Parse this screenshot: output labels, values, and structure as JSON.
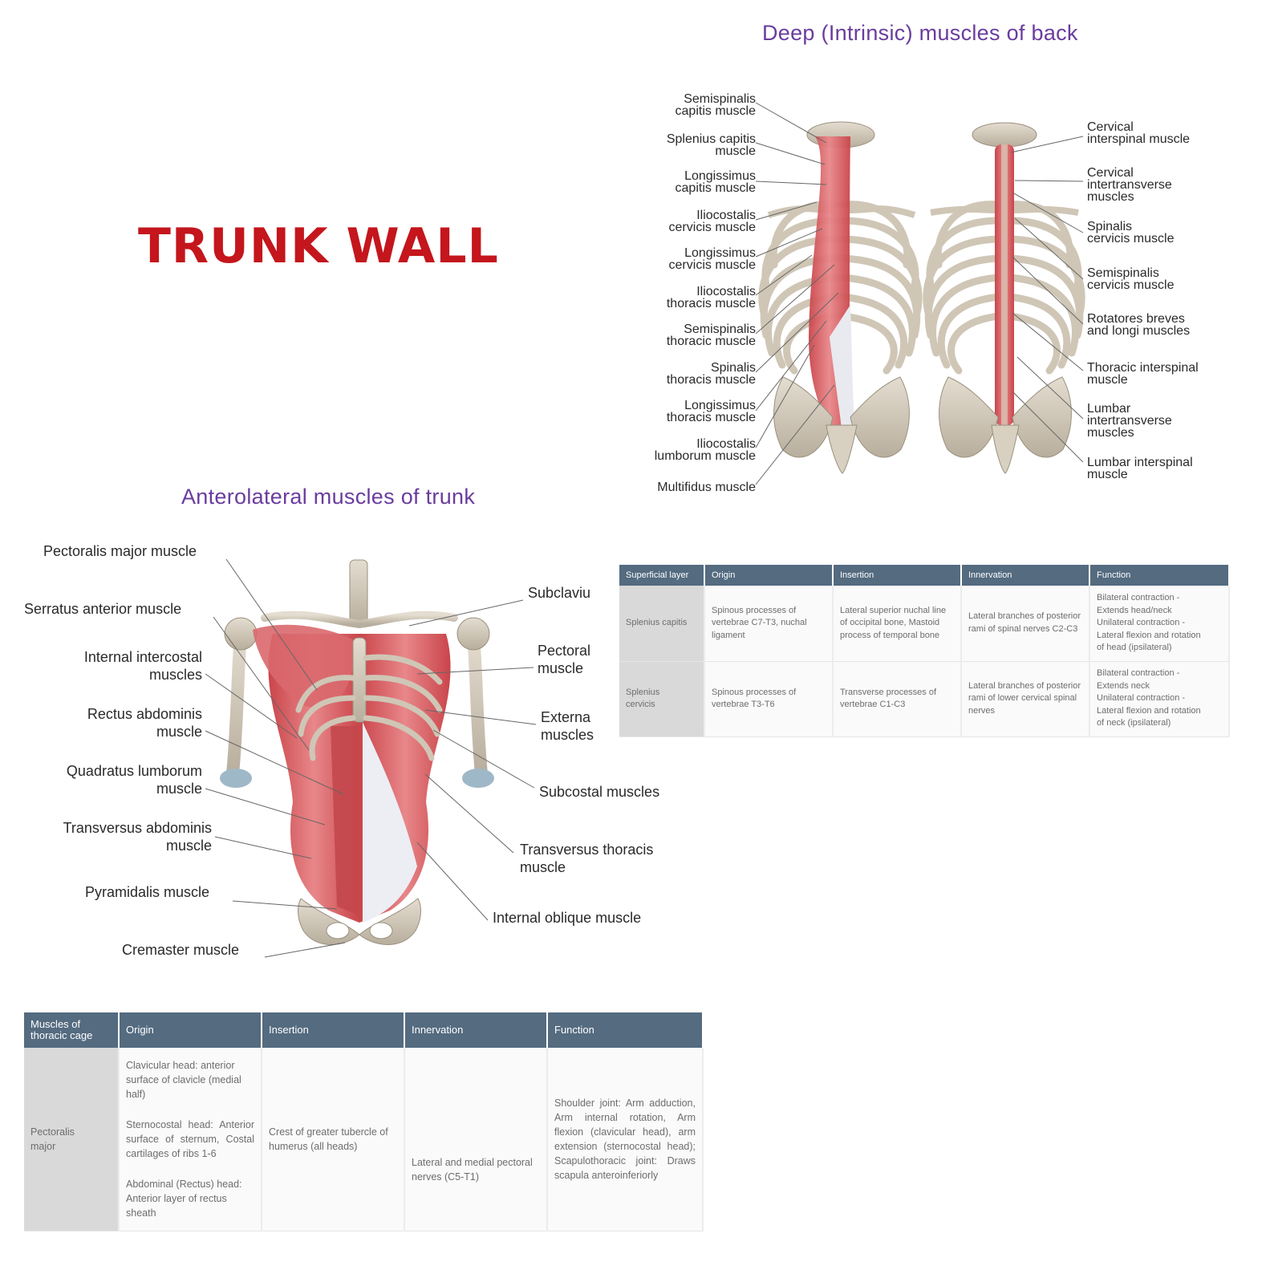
{
  "title": "TRUNK WALL",
  "back_section": {
    "title": "Deep (Intrinsic) muscles of back",
    "left_labels": [
      "Semispinalis\ncapitis muscle",
      "Splenius capitis\nmuscle",
      "Longissimus\ncapitis muscle",
      "Iliocostalis\ncervicis muscle",
      "Longissimus\ncervicis muscle",
      "Iliocostalis\nthoracis muscle",
      "Semispinalis\nthoracic muscle",
      "Spinalis\nthoracis muscle",
      "Longissimus\nthoracis muscle",
      "Iliocostalis\nlumborum muscle",
      "Multifidus muscle"
    ],
    "right_labels": [
      "Cervical\ninterspinal muscle",
      "Cervical\nintertransverse\nmuscles",
      "Spinalis\ncervicis muscle",
      "Semispinalis\ncervicis muscle",
      "Rotatores breves\nand longi muscles",
      "Thoracic interspinal\nmuscle",
      "Lumbar\nintertransverse\nmuscles",
      "Lumbar interspinal\nmuscle"
    ]
  },
  "trunk_section": {
    "title": "Anterolateral muscles of trunk",
    "left_labels": [
      "Pectoralis major muscle",
      "Serratus anterior muscle",
      "Internal intercostal\nmuscles",
      "Rectus abdominis\nmuscle",
      "Quadratus lumborum\nmuscle",
      "Transversus abdominis\nmuscle",
      "Pyramidalis muscle",
      "Cremaster muscle"
    ],
    "right_labels": [
      "Subclaviu",
      "Pectoral\nmuscle",
      "Externa\nmuscles",
      "Subcostal muscles",
      "Transversus thoracis\nmuscle",
      "Internal oblique muscle"
    ]
  },
  "table_top": {
    "headers": [
      "Superficial layer",
      "Origin",
      "Insertion",
      "Innervation",
      "Function"
    ],
    "rows": [
      [
        "Splenius capitis",
        "Spinous processes of vertebrae C7-T3, nuchal ligament",
        "Lateral superior nuchal line of occipital bone, Mastoid process of temporal bone",
        "Lateral branches of posterior rami of spinal nerves C2-C3",
        "Bilateral contraction -\nExtends head/neck\nUnilateral contraction -\nLateral flexion and rotation\nof head (ipsilateral)"
      ],
      [
        "Splenius\ncervicis",
        "Spinous processes of vertebrae T3-T6",
        "Transverse processes of vertebrae C1-C3",
        "Lateral branches of posterior rami of lower cervical spinal nerves",
        "Bilateral contraction -\nExtends neck\nUnilateral contraction -\nLateral flexion and rotation\nof neck (ipsilateral)"
      ]
    ]
  },
  "table_bottom": {
    "headers": [
      "Muscles of\nthoracic cage",
      "Origin",
      "Insertion",
      "Innervation",
      "Function"
    ],
    "row": {
      "name": "Pectoralis\nmajor",
      "origin": [
        "Clavicular head: anterior surface of clavicle (medial half)",
        "Sternocostal head: Anterior surface of sternum, Costal cartilages of ribs 1-6",
        "Abdominal (Rectus) head: Anterior layer of rectus sheath"
      ],
      "insertion": "Crest of greater tubercle of humerus (all heads)",
      "innervation": "Lateral and medial pectoral nerves (C5-T1)",
      "function": "Shoulder joint: Arm adduction, Arm internal rotation, Arm flexion (clavicular head), arm extension (sternocostal head); Scapulothoracic joint: Draws scapula anteroinferiorly"
    }
  }
}
